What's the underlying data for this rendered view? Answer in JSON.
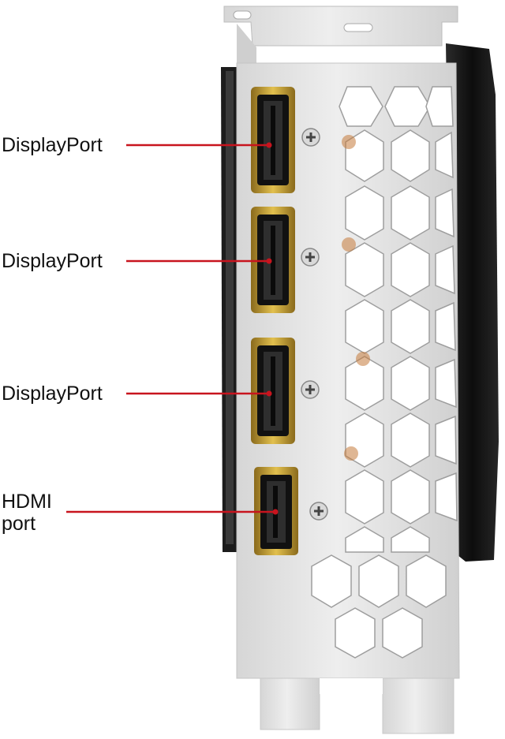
{
  "labels": {
    "port_1": "DisplayPort",
    "port_2": "DisplayPort",
    "port_3": "DisplayPort",
    "port_4": "HDMI\nport"
  },
  "colors": {
    "leader_line": "#c8141e",
    "connector_gold": "#c9a23a",
    "bracket_metal": "#e4e4e4",
    "card_body": "#1a1a1a"
  },
  "icons": [
    "screw-icon",
    "displayport-connector",
    "hdmi-connector"
  ]
}
